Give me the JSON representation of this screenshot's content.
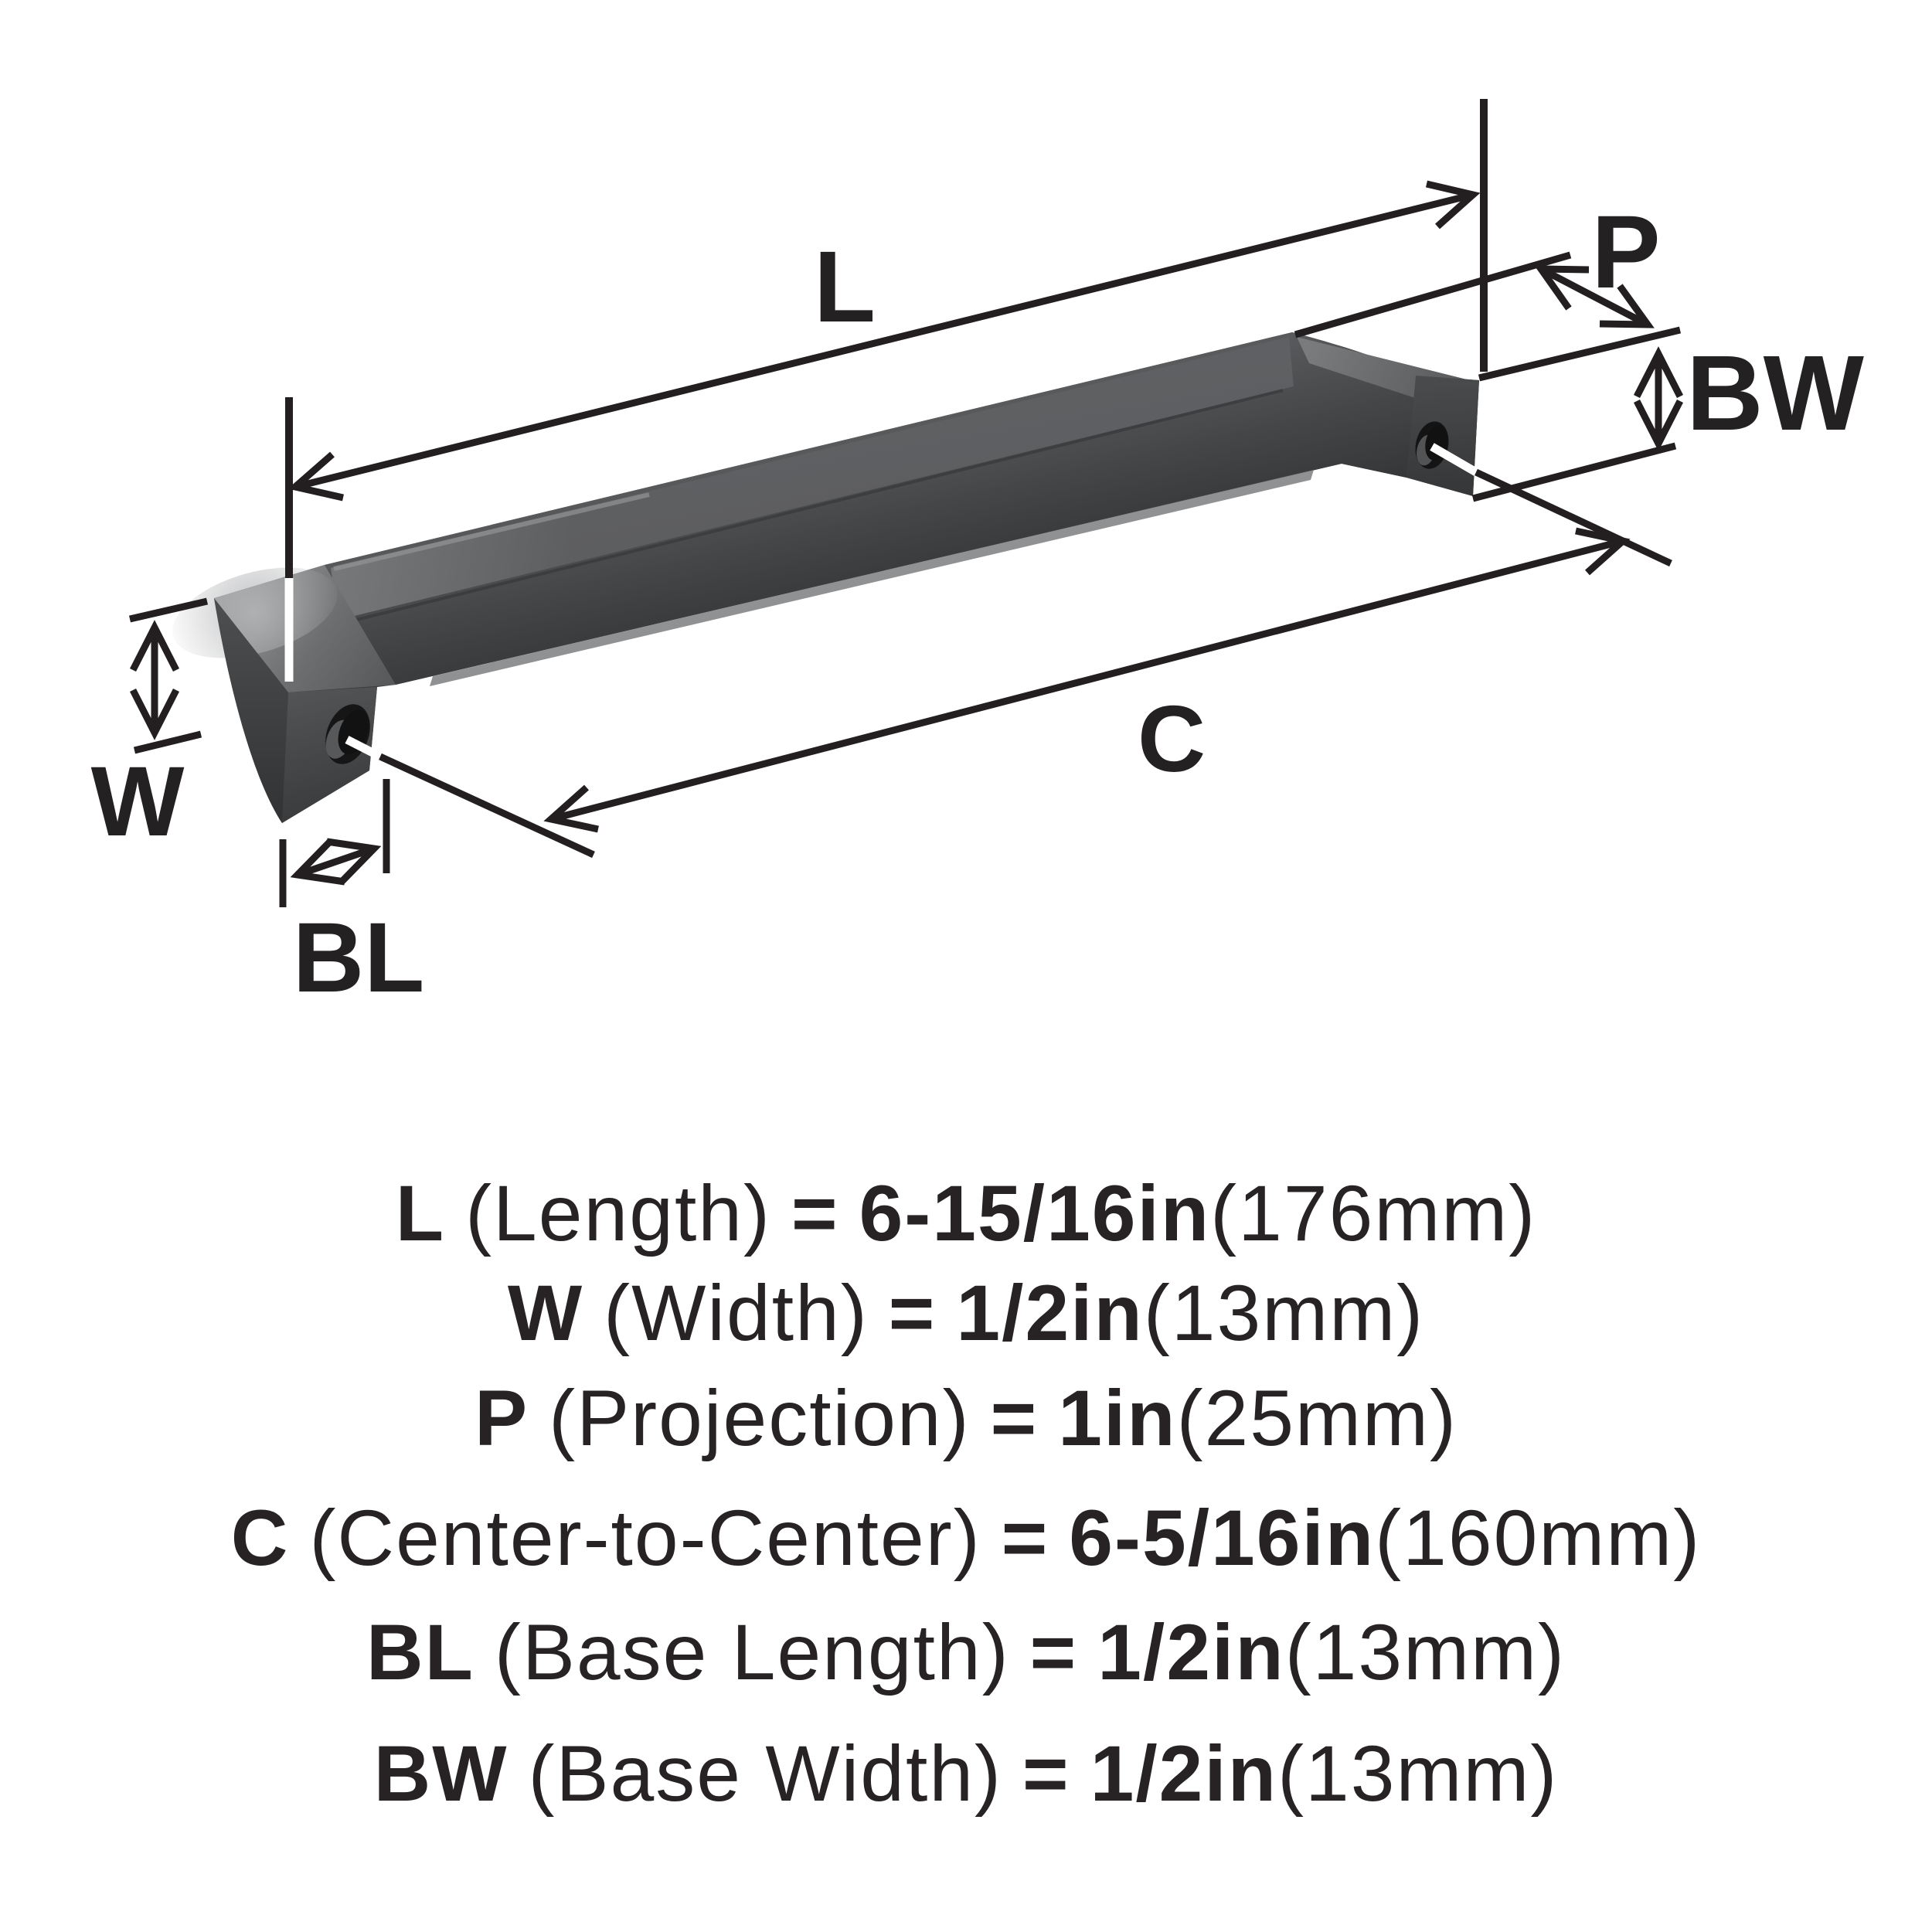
{
  "diagram": {
    "title_hidden": "",
    "dim_labels": {
      "l": "L",
      "p": "P",
      "bw": "BW",
      "w": "W",
      "c": "C",
      "bl": "BL"
    }
  },
  "specs": [
    {
      "label": "L",
      "name": "(Length)",
      "eq": "=",
      "value": "6-15/16in",
      "metric": "(176mm)"
    },
    {
      "label": "W",
      "name": "(Width)",
      "eq": "=",
      "value": "1/2in",
      "metric": "(13mm)"
    },
    {
      "label": "P",
      "name": "(Projection)",
      "eq": "=",
      "value": "1in",
      "metric": "(25mm)"
    },
    {
      "label": "C",
      "name": "(Center-to-Center)",
      "eq": "=",
      "value": "6-5/16in",
      "metric": "(160mm)"
    },
    {
      "label": "BL",
      "name": "(Base Length)",
      "eq": "=",
      "value": "1/2in",
      "metric": "(13mm)"
    },
    {
      "label": "BW",
      "name": "(Base Width)",
      "eq": "=",
      "value": "1/2in",
      "metric": "(13mm)"
    }
  ],
  "colors": {
    "line": "#231f20",
    "text": "#272324",
    "handle_base": "#3e3f41",
    "handle_dark": "#323335",
    "handle_light": "#97989a",
    "background": "#ffffff"
  }
}
